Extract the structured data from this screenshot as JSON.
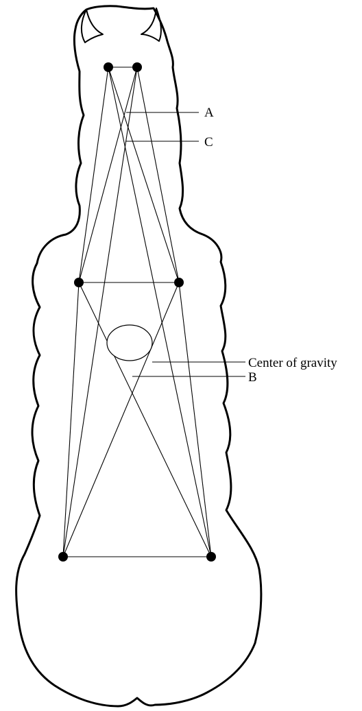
{
  "labels": {
    "a": "A",
    "c": "C",
    "center_of_gravity": "Center of gravity",
    "b": "B"
  }
}
